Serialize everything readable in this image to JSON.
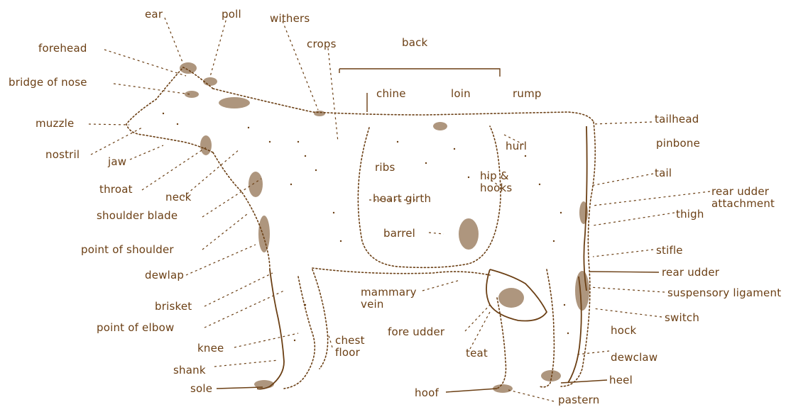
{
  "labels": {
    "ear": "ear",
    "poll": "poll",
    "withers": "withers",
    "crops": "crops",
    "back": "back",
    "forehead": "forehead",
    "bridge_of_nose": "bridge of nose",
    "chine": "chine",
    "loin": "loin",
    "rump": "rump",
    "muzzle": "muzzle",
    "tailhead": "tailhead",
    "nostril": "nostril",
    "jaw": "jaw",
    "hurl": "hurl",
    "pinbone": "pinbone",
    "ribs": "ribs",
    "tail": "tail",
    "throat": "throat",
    "neck": "neck",
    "hip_hooks": "hip &\nhooks",
    "rear_udder_attachment": "rear udder\nattachment",
    "heart_girth": "heart girth",
    "shoulder_blade": "shoulder blade",
    "thigh": "thigh",
    "barrel": "barrel",
    "point_of_shoulder": "point of shoulder",
    "stifle": "stifle",
    "dewlap": "dewlap",
    "rear_udder": "rear udder",
    "mammary_vein": "mammary\nvein",
    "suspensory_ligament": "suspensory ligament",
    "brisket": "brisket",
    "point_of_elbow": "point of elbow",
    "fore_udder": "fore udder",
    "switch": "switch",
    "hock": "hock",
    "knee": "knee",
    "chest_floor": "chest\nfloor",
    "teat": "teat",
    "dewclaw": "dewclaw",
    "shank": "shank",
    "heel": "heel",
    "sole": "sole",
    "hoof": "hoof",
    "pastern": "pastern"
  },
  "colors": {
    "ink": "#6b3f14",
    "background": "#ffffff"
  }
}
